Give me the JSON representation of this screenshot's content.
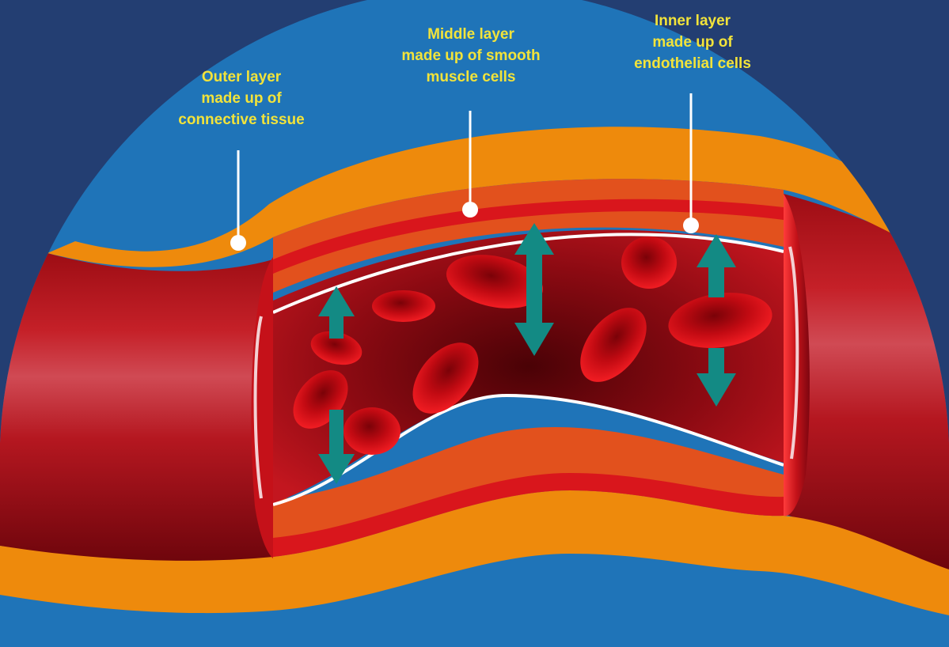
{
  "labels": {
    "outer": {
      "line1": "Outer layer",
      "line2": "made up of",
      "line3": "connective tissue"
    },
    "middle": {
      "line1": "Middle layer",
      "line2": "made up of smooth",
      "line3": "muscle cells"
    },
    "inner": {
      "line1": "Inner layer",
      "line2": "made up of",
      "line3": "endothelial cells"
    }
  },
  "colors": {
    "background": "#233e72",
    "circle": "#1f74b8",
    "outer_layer": "#ee8a0c",
    "middle_layer": "#e2511d",
    "inner_wall": "#d9161c",
    "vessel_dark": "#7a0710",
    "blood_cells": "#d30d14",
    "arrows": "#138a84",
    "label_text": "#f2e33a"
  },
  "icons": {
    "blood_cell": "red-blood-cell-icon",
    "arrow": "double-arrow-icon",
    "pointer": "callout-dot-icon"
  }
}
